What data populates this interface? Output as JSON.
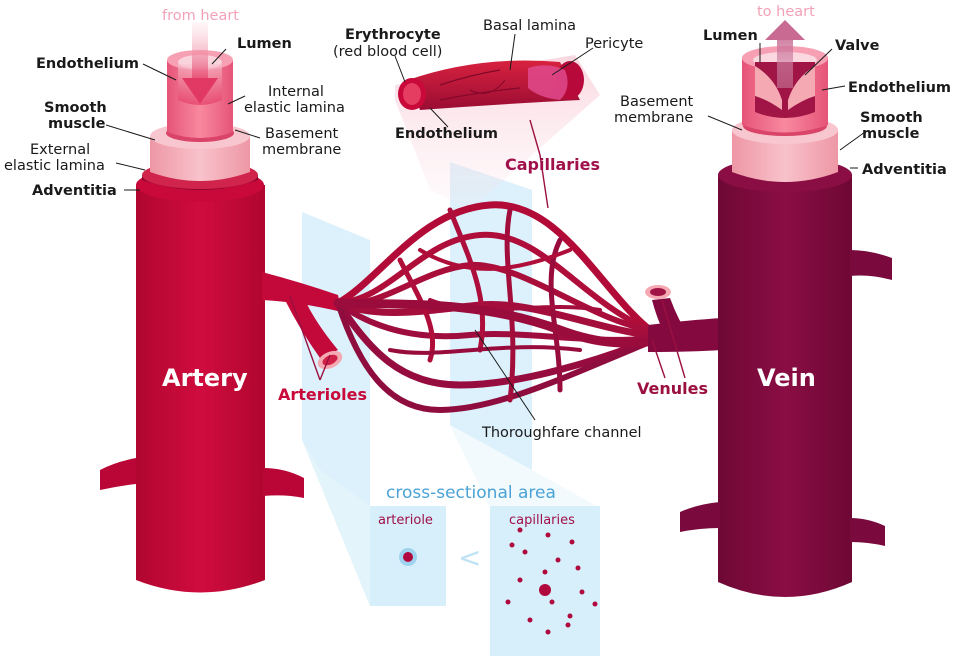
{
  "labels": {
    "from_heart": "from heart",
    "to_heart": "to heart",
    "artery_endothelium": "Endothelium",
    "artery_lumen": "Lumen",
    "artery_internal_elastic_1": "Internal",
    "artery_internal_elastic_2": "elastic lamina",
    "artery_smooth_1": "Smooth",
    "artery_smooth_2": "muscle",
    "artery_basement_1": "Basement",
    "artery_basement_2": "membrane",
    "artery_external_elastic_1": "External",
    "artery_external_elastic_2": "elastic lamina",
    "artery_adventitia": "Adventitia",
    "erythrocyte_1": "Erythrocyte",
    "erythrocyte_2": "(red blood cell)",
    "basal_lamina": "Basal lamina",
    "pericyte": "Pericyte",
    "capillary_endothelium": "Endothelium",
    "capillaries": "Capillaries",
    "vein_lumen": "Lumen",
    "vein_valve": "Valve",
    "vein_endothelium": "Endothelium",
    "vein_basement_1": "Basement",
    "vein_basement_2": "membrane",
    "vein_smooth_1": "Smooth",
    "vein_smooth_2": "muscle",
    "vein_adventitia": "Adventitia",
    "artery": "Artery",
    "vein": "Vein",
    "arterioles": "Arterioles",
    "venules": "Venules",
    "thoroughfare": "Thoroughfare channel",
    "cross_section_title": "cross-sectional area",
    "arteriole": "arteriole",
    "capillaries_small": "capillaries",
    "less_than": "<"
  },
  "colors": {
    "artery": "#c8093a",
    "artery_dark": "#a50730",
    "vein": "#7e0a3c",
    "vein_dark": "#5e062b",
    "smooth_muscle": "#f4a9b3",
    "endothelium": "#f06a86",
    "magenta_label": "#a0104a",
    "pale_blue": "#d6effa",
    "blue_text": "#4aa3d6",
    "arrow_pink": "#f4b6c6"
  }
}
